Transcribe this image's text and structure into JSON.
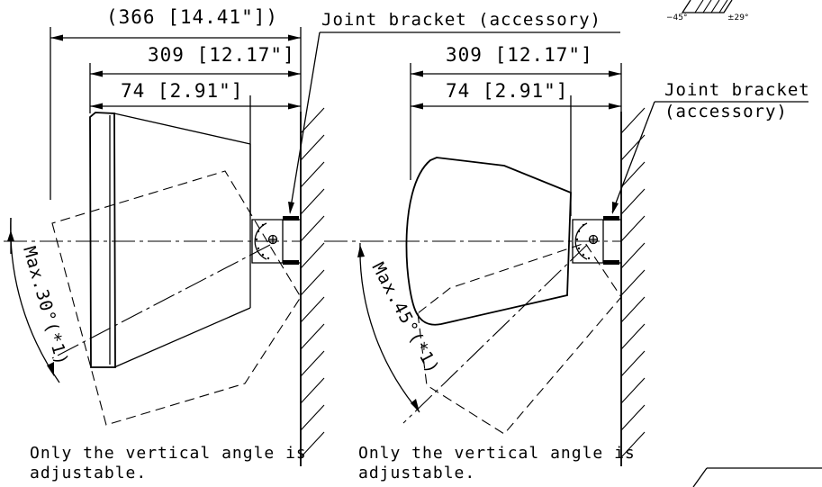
{
  "left_view": {
    "dim_overall": "(366 [14.41\"])",
    "dim_depth": "309 [12.17\"]",
    "dim_bracket": "74 [2.91\"]",
    "bracket_label": "Joint bracket (accessory)",
    "angle_label": "Max.30°(*1)",
    "note_line1": "Only the vertical angle is",
    "note_line2": "adjustable."
  },
  "right_view": {
    "dim_depth": "309 [12.17\"]",
    "dim_bracket": "74 [2.91\"]",
    "bracket_label_line1": "Joint bracket",
    "bracket_label_line2": "(accessory)",
    "angle_label": "Max.45°(*1)",
    "note_line1": "Only the vertical angle is",
    "note_line2": "adjustable."
  },
  "corner_fragment": {
    "angle_min": "−45°",
    "angle_pm": "±29°"
  }
}
